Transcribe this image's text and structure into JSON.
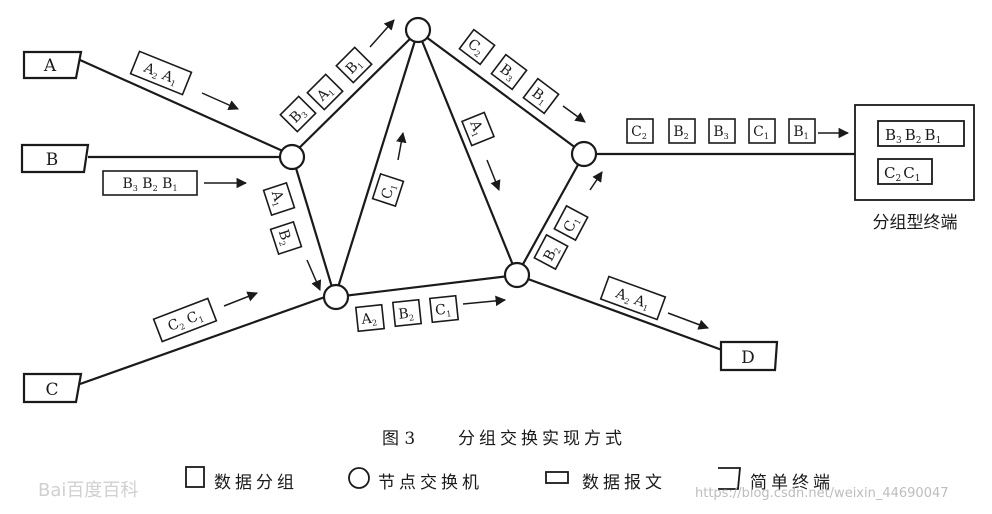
{
  "terminals": {
    "A": "A",
    "B": "B",
    "C": "C",
    "D": "D"
  },
  "packet_terminal": {
    "caption": "分组型终端",
    "line1": [
      "B",
      "3",
      "B",
      "2",
      "B",
      "1"
    ],
    "line2": [
      "C",
      "2",
      "C",
      "1"
    ]
  },
  "flow_labels": {
    "a_in": [
      "A",
      "2",
      " A",
      "1"
    ],
    "b_in": [
      "B",
      "3",
      " B",
      "2",
      " B",
      "1"
    ],
    "c_in": [
      "C",
      "2",
      " C",
      "1"
    ],
    "d_out": [
      "A",
      "2",
      " A",
      "1"
    ]
  },
  "packets": {
    "left_up": [
      [
        "B",
        "3"
      ],
      [
        "A",
        "1"
      ],
      [
        "B",
        "1"
      ]
    ],
    "right_down": [
      [
        "C",
        "2"
      ],
      [
        "B",
        "3"
      ],
      [
        "B",
        "1"
      ]
    ],
    "left_vertical": [
      [
        "A",
        "1"
      ],
      [
        "B",
        "2"
      ]
    ],
    "center_up": [
      [
        "C",
        "1"
      ]
    ],
    "center_diag": [
      [
        "A",
        "1"
      ]
    ],
    "bottom": [
      [
        "A",
        "2"
      ],
      [
        "B",
        "2"
      ],
      [
        "C",
        "1"
      ]
    ],
    "right_vertical": [
      [
        "B",
        "2"
      ],
      [
        "C",
        "1"
      ]
    ],
    "output": [
      [
        "C",
        "2"
      ],
      [
        "B",
        "2"
      ],
      [
        "B",
        "3"
      ],
      [
        "C",
        "1"
      ],
      [
        "B",
        "1"
      ]
    ]
  },
  "caption": {
    "figure": "图 3",
    "title": "分组交换实现方式"
  },
  "legend": {
    "packet": "数据分组",
    "node": "节点交换机",
    "message": "数据报文",
    "terminal": "简单终端"
  },
  "watermark": {
    "left": "Bai百度百科",
    "right": "https://blog.csdn.net/weixin_44690047"
  }
}
